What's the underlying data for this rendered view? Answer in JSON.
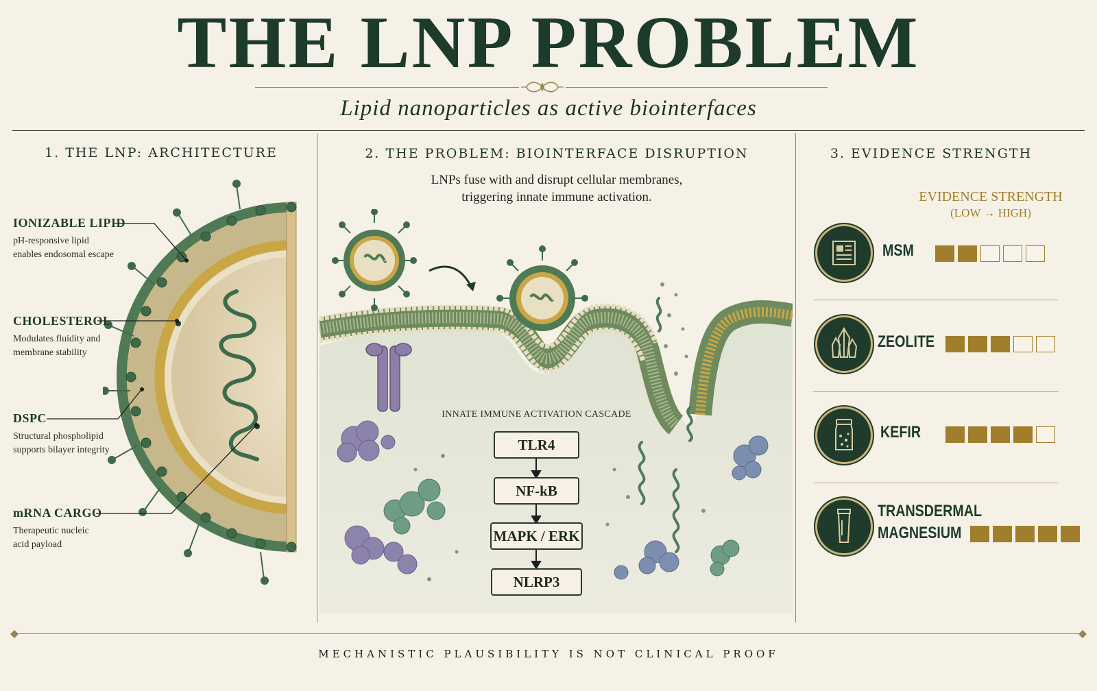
{
  "header": {
    "title": "THE LNP PROBLEM",
    "subtitle": "Lipid nanoparticles as active biointerfaces"
  },
  "panel1": {
    "heading": "1. THE LNP: ARCHITECTURE",
    "labels": [
      {
        "name": "IONIZABLE LIPID",
        "desc": "pH-responsive lipid enables endosomal escape"
      },
      {
        "name": "CHOLESTEROL",
        "desc": "Modulates fluidity and membrane stability"
      },
      {
        "name": "DSPC",
        "desc": "Structural phospholipid supports bilayer integrity"
      },
      {
        "name": "mRNA CARGO",
        "desc": "Therapeutic nucleic acid payload"
      }
    ]
  },
  "panel2": {
    "heading": "2. THE PROBLEM: BIOINTERFACE DISRUPTION",
    "description_line1": "LNPs fuse with and disrupt cellular membranes,",
    "description_line2": "triggering innate immune activation.",
    "cascade_title": "INNATE IMMUNE ACTIVATION CASCADE",
    "cascade": [
      "TLR4",
      "NF-kB",
      "MAPK / ERK",
      "NLRP3"
    ]
  },
  "panel3": {
    "heading": "3. EVIDENCE STRENGTH",
    "scale_title": "EVIDENCE STRENGTH",
    "scale_range": "(LOW → HIGH)",
    "items": [
      {
        "name": "MSM",
        "icon": "newspaper-icon",
        "score": 2,
        "max": 5
      },
      {
        "name": "ZEOLITE",
        "icon": "crystal-icon",
        "score": 3,
        "max": 5
      },
      {
        "name": "KEFIR",
        "icon": "jar-icon",
        "score": 4,
        "max": 5
      },
      {
        "name_line1": "TRANSDERMAL",
        "name_line2": "MAGNESIUM",
        "icon": "tube-icon",
        "score": 5,
        "max": 5
      }
    ]
  },
  "footer": {
    "text": "MECHANISTIC PLAUSIBILITY IS NOT CLINICAL PROOF"
  },
  "colors": {
    "background": "#f5f1e6",
    "dark_green": "#1d3b2a",
    "gold": "#a17e2b",
    "filled_box": "#a17e2b"
  }
}
